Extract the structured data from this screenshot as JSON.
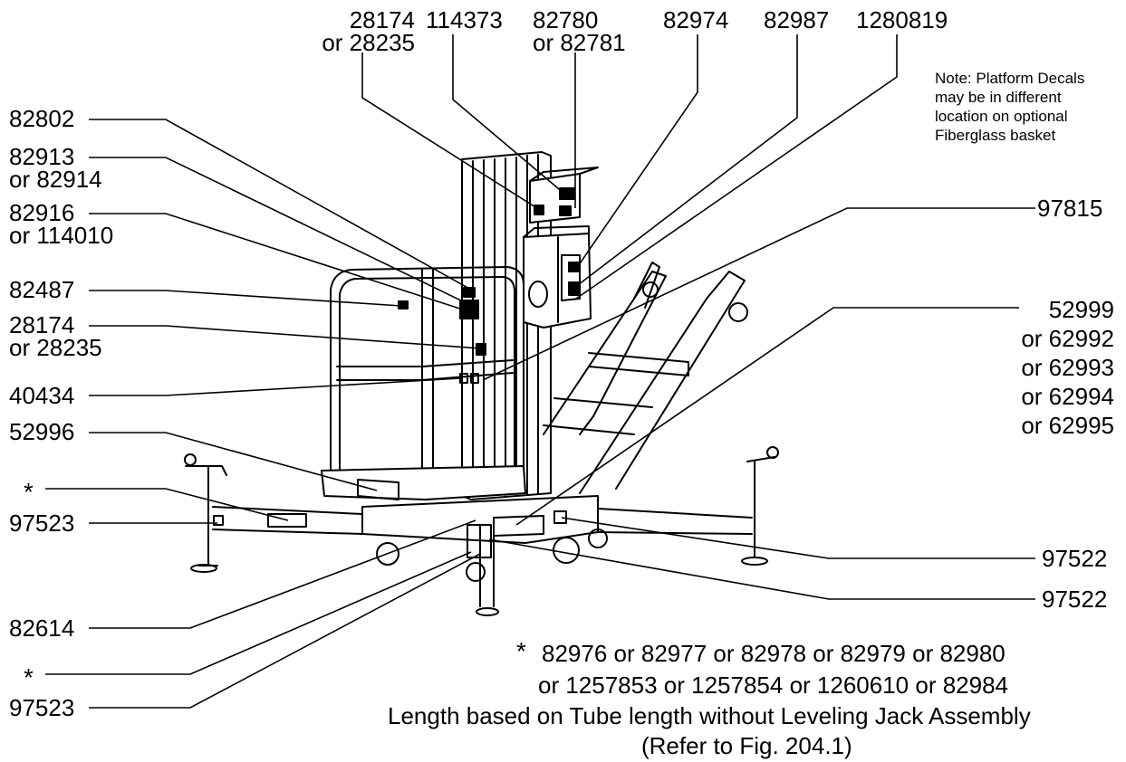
{
  "top_labels": {
    "l1_a": "28174",
    "l1_b": "or 28235",
    "l2": "114373",
    "l3_a": "82780",
    "l3_b": "or 82781",
    "l4": "82974",
    "l5": "82987",
    "l6": "1280819"
  },
  "note": {
    "line1": "Note: Platform Decals",
    "line2": "may be in different",
    "line3": "location on optional",
    "line4": "Fiberglass basket"
  },
  "left_labels": {
    "a": "82802",
    "b1": "82913",
    "b2": "or 82914",
    "c1": "82916",
    "c2": "or 114010",
    "d": "82487",
    "e1": "28174",
    "e2": "or 28235",
    "f": "40434",
    "g": "52996",
    "h": "*",
    "i": "97523",
    "j": "82614",
    "k": "*",
    "l": "97523"
  },
  "right_labels": {
    "a": "97815",
    "b1": "52999",
    "b2": "or 62992",
    "b3": "or 62993",
    "b4": "or 62994",
    "b5": "or 62995",
    "c": "97522",
    "d": "97522"
  },
  "footnote": {
    "asterisk": "*",
    "line1": "82976 or 82977 or 82978 or 82979 or 82980",
    "line2": "or 1257853 or 1257854 or 1260610 or 82984",
    "line3": "Length based on Tube length without Leveling Jack Assembly",
    "line4": "(Refer to Fig. 204.1)"
  }
}
